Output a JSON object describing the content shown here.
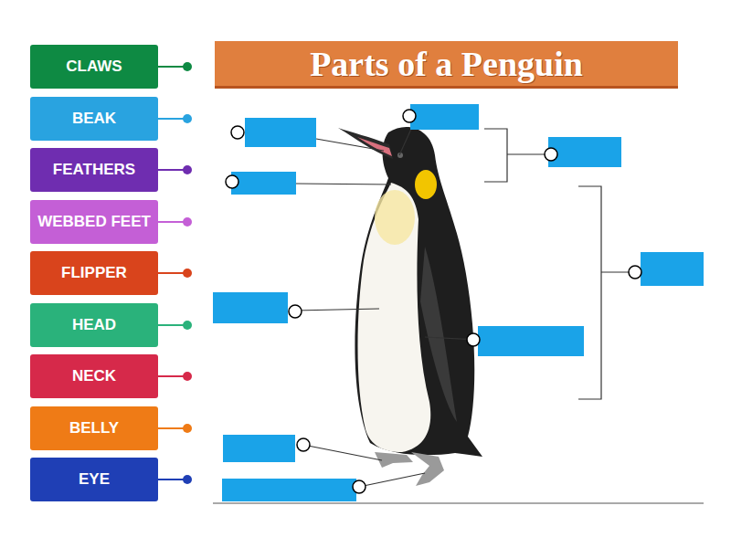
{
  "diagram": {
    "title": "Parts of a Penguin",
    "nodes": [
      {
        "text": [
          "CLAWS"
        ]
      },
      {
        "text": [
          "BEAK"
        ]
      },
      {
        "text": [
          "FEATHERS"
        ]
      },
      {
        "text": [
          "WEBBED FEET"
        ]
      },
      {
        "text": [
          "FLIPPER"
        ]
      },
      {
        "text": [
          "HEAD"
        ]
      },
      {
        "text": [
          "NECK"
        ]
      },
      {
        "text": [
          "BELLY"
        ]
      },
      {
        "text": [
          "EYE"
        ]
      }
    ]
  }
}
